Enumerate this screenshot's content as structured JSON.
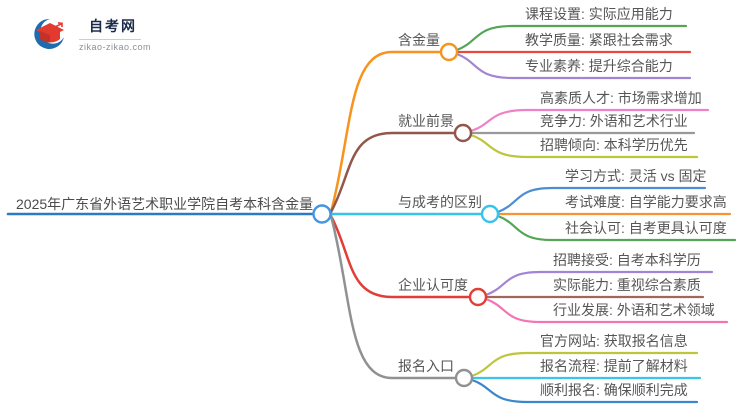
{
  "logo": {
    "site_name": "自考网",
    "site_url": "zikao-zikao.com",
    "icon_blue": "#1e6cb0",
    "icon_red": "#e23a2e",
    "icon_red_dark": "#c1332a"
  },
  "central": {
    "label": "2025年广东省外语艺术职业学院自考本科含金量",
    "line_color": "#2b7bc4",
    "node_color": "#4596dd"
  },
  "branches": [
    {
      "label": "含金量",
      "color": "#f7941e",
      "children": [
        {
          "label": "课程设置: 实际应用能力",
          "color": "#55a555"
        },
        {
          "label": "教学质量: 紧跟社会需求",
          "color": "#e8473c"
        },
        {
          "label": "专业素养: 提升综合能力",
          "color": "#a285d2"
        }
      ]
    },
    {
      "label": "就业前景",
      "color": "#92564a",
      "children": [
        {
          "label": "高素质人才: 市场需求增加",
          "color": "#ef82c6"
        },
        {
          "label": "竞争力: 外语和艺术行业",
          "color": "#999999"
        },
        {
          "label": "招聘倾向: 本科学历优先",
          "color": "#bdc53b"
        }
      ]
    },
    {
      "label": "与成考的区别",
      "color": "#38c4e8",
      "children": [
        {
          "label": "学习方式: 灵活 vs 固定",
          "color": "#4b8ed2"
        },
        {
          "label": "考试难度: 自学能力要求高",
          "color": "#f79332"
        },
        {
          "label": "社会认可: 自考更具认可度",
          "color": "#55a555"
        }
      ]
    },
    {
      "label": "企业认可度",
      "color": "#e23d36",
      "children": [
        {
          "label": "招聘接受: 自考本科学历",
          "color": "#a285d2"
        },
        {
          "label": "实际能力: 重视综合素质",
          "color": "#a2675c"
        },
        {
          "label": "行业发展: 外语和艺术领域",
          "color": "#f473b5"
        }
      ]
    },
    {
      "label": "报名入口",
      "color": "#8f9193",
      "children": [
        {
          "label": "官方网站: 获取报名信息",
          "color": "#bdc53b"
        },
        {
          "label": "报名流程: 提前了解材料",
          "color": "#38c6ea"
        },
        {
          "label": "顺利报名: 确保顺利完成",
          "color": "#3b87cc"
        }
      ]
    }
  ]
}
